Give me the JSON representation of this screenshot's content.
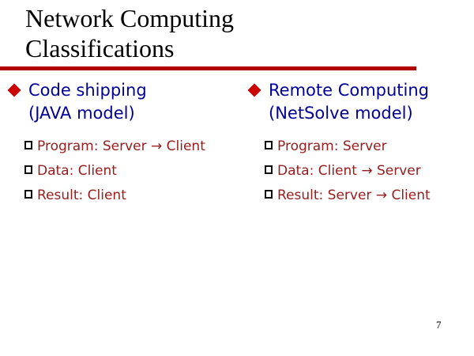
{
  "title": "Network Computing Classifications",
  "page_number": "7",
  "colors": {
    "heading_blue": "#000099",
    "body_red": "#991b1b",
    "diamond_red": "#cc0000",
    "rule_red": "#b00000"
  },
  "columns": [
    {
      "heading": "Code shipping",
      "subheading": "(JAVA model)",
      "items": [
        "Program: Server → Client",
        "Data: Client",
        "Result: Client"
      ]
    },
    {
      "heading": "Remote Computing",
      "subheading": "(NetSolve model)",
      "items": [
        "Program: Server",
        "Data: Client → Server",
        "Result: Server → Client"
      ]
    }
  ]
}
